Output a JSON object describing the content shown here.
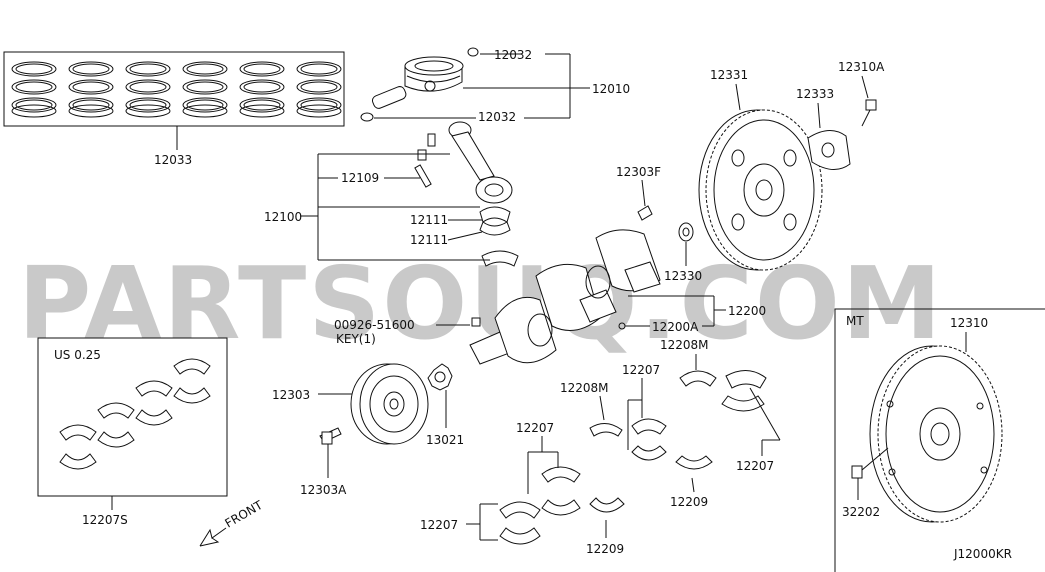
{
  "watermark": "PARTSOUQ.COM",
  "diagram_code": "J12000KR",
  "front_label": "FRONT",
  "undersize_box_title": "US 0.25",
  "mt_box_title": "MT",
  "key_note": "KEY(1)",
  "labels": {
    "rings": "12033",
    "pin_clip_top": "12032",
    "pin_clip_bottom": "12032",
    "piston": "12010",
    "rod_bolt": "12109",
    "rod_assy": "12100",
    "rod_bearing_upper": "12111",
    "rod_bearing_lower": "12111",
    "crank_pin_plug": "12303F",
    "flywheel_at": "12331",
    "reinforcement": "12333",
    "flywheel_bolt": "12310A",
    "pilot_bushing": "12330",
    "crankshaft_assy": "12200",
    "crankshaft": "12200A",
    "key_part": "00926-51600",
    "pulley": "12303",
    "pulley_bolt": "12303A",
    "sprocket": "13021",
    "thrust_upper": "12208M",
    "thrust_left": "12208M",
    "main_bearing_a": "12207",
    "main_bearing_b": "12207",
    "main_bearing_c": "12207",
    "main_bearing_d": "12207",
    "thrust_washer_a": "12209",
    "thrust_washer_b": "12209",
    "us_bearing_set": "12207S",
    "flywheel_mt": "12310",
    "dowel": "32202"
  }
}
